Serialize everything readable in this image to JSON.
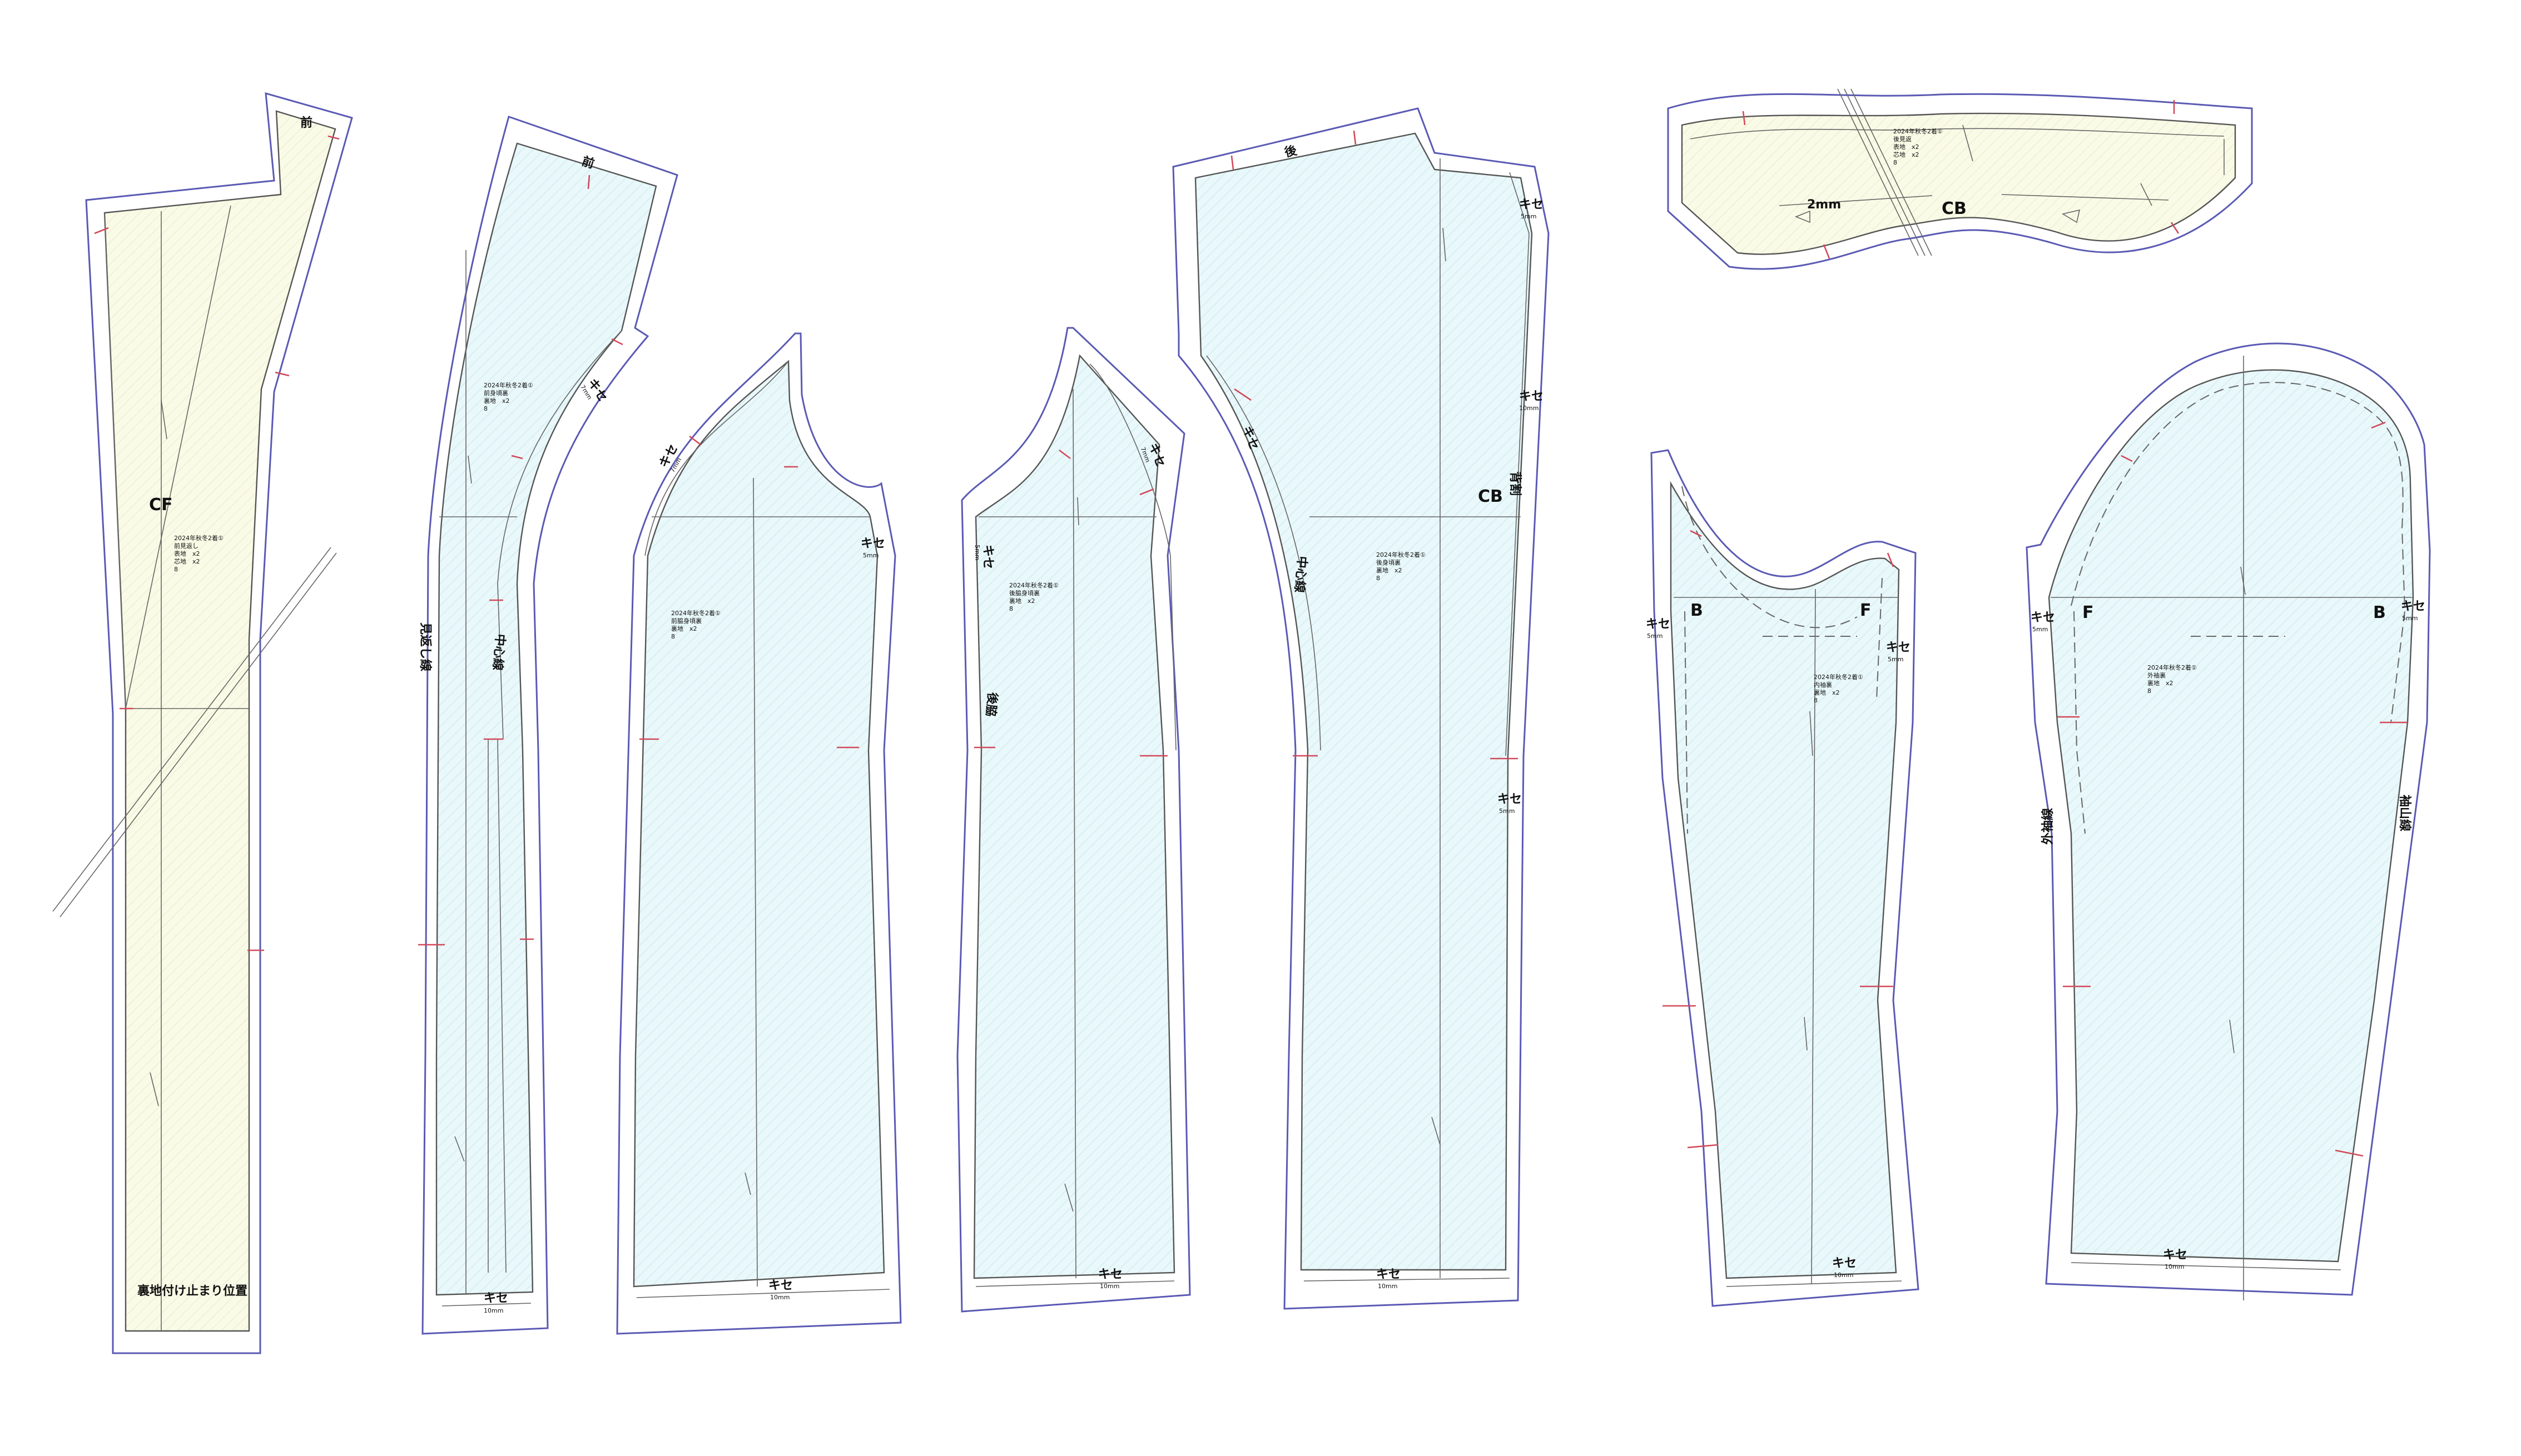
{
  "colors": {
    "outline": "#5a5ab4",
    "notch": "#d24a5a",
    "fill_lining_yellow": "#fafbe6",
    "fill_shell_blue": "#e9f8fa"
  },
  "pieces": {
    "front_facing": {
      "cf": "CF",
      "info_title": "2024年秋冬2着①",
      "info_name": "前見返し",
      "info_count1": "表地　x2",
      "info_count2": "芯地　x2",
      "info_mark": "8",
      "corner": "前",
      "bottom_label": "裏地付け止まり位置"
    },
    "front": {
      "corner": "前",
      "info_title": "2024年秋冬2着①",
      "info_name": "前身頃裏",
      "info_count": "裏地　x2",
      "info_mark": "8",
      "kise_top": "キセ",
      "kise_top_sub": "7mm",
      "side_label": "見返し線",
      "mid_label": "中心線",
      "kise_bottom": "キセ",
      "kise_bottom_sub": "10mm"
    },
    "side_front": {
      "info_title": "2024年秋冬2着①",
      "info_name": "前脇身頃裏",
      "info_count": "裏地　x2",
      "info_mark": "8",
      "kise_left": "キセ",
      "kise_left_sub": "7mm",
      "kise_right": "キセ",
      "kise_right_sub": "5mm",
      "kise_bottom": "キセ",
      "kise_bottom_sub": "10mm"
    },
    "side_back": {
      "info_title": "2024年秋冬2着①",
      "info_name": "後脇身頃裏",
      "info_count": "裏地　x2",
      "info_mark": "8",
      "kise_left": "キセ",
      "kise_left_sub": "5mm",
      "kise_right": "キセ",
      "kise_right_sub": "7mm",
      "side_label": "後脇",
      "kise_bottom": "キセ",
      "kise_bottom_sub": "10mm"
    },
    "back": {
      "corner": "後",
      "cb": "CB",
      "info_title": "2024年秋冬2着①",
      "info_name": "後身頃裏",
      "info_count": "裏地　x2",
      "info_mark": "8",
      "kise_top": "キセ",
      "kise_top_sub": "5mm",
      "kise_mid": "キセ",
      "kise_mid_sub": "10mm",
      "kise_low": "キセ",
      "kise_low_sub": "5mm",
      "fold_label": "背割",
      "side_label": "キセ",
      "curve_label": "中心線",
      "kise_bottom": "キセ",
      "kise_bottom_sub": "10mm"
    },
    "back_neck": {
      "cb": "CB",
      "dim": "2mm",
      "info_title": "2024年秋冬2着①",
      "info_name": "後見返",
      "info_count1": "表地　x2",
      "info_count2": "芯地　x2",
      "info_mark": "8"
    },
    "under_sleeve": {
      "b": "B",
      "f": "F",
      "info_title": "2024年秋冬2着①",
      "info_name": "内袖裏",
      "info_count": "裏地　x2",
      "info_mark": "8",
      "kise_left": "キセ",
      "kise_left_sub": "5mm",
      "kise_right": "キセ",
      "kise_right_sub": "5mm",
      "kise_bottom": "キセ",
      "kise_bottom_sub": "10mm"
    },
    "top_sleeve": {
      "f": "F",
      "b": "B",
      "info_title": "2024年秋冬2着①",
      "info_name": "外袖裏",
      "info_count": "裏地　x2",
      "info_mark": "8",
      "kise_left": "キセ",
      "kise_left_sub": "5mm",
      "kise_right": "キセ",
      "kise_right_sub": "5mm",
      "side_left": "外袖線",
      "side_right": "袖山線",
      "kise_bottom": "キセ",
      "kise_bottom_sub": "10mm"
    }
  }
}
